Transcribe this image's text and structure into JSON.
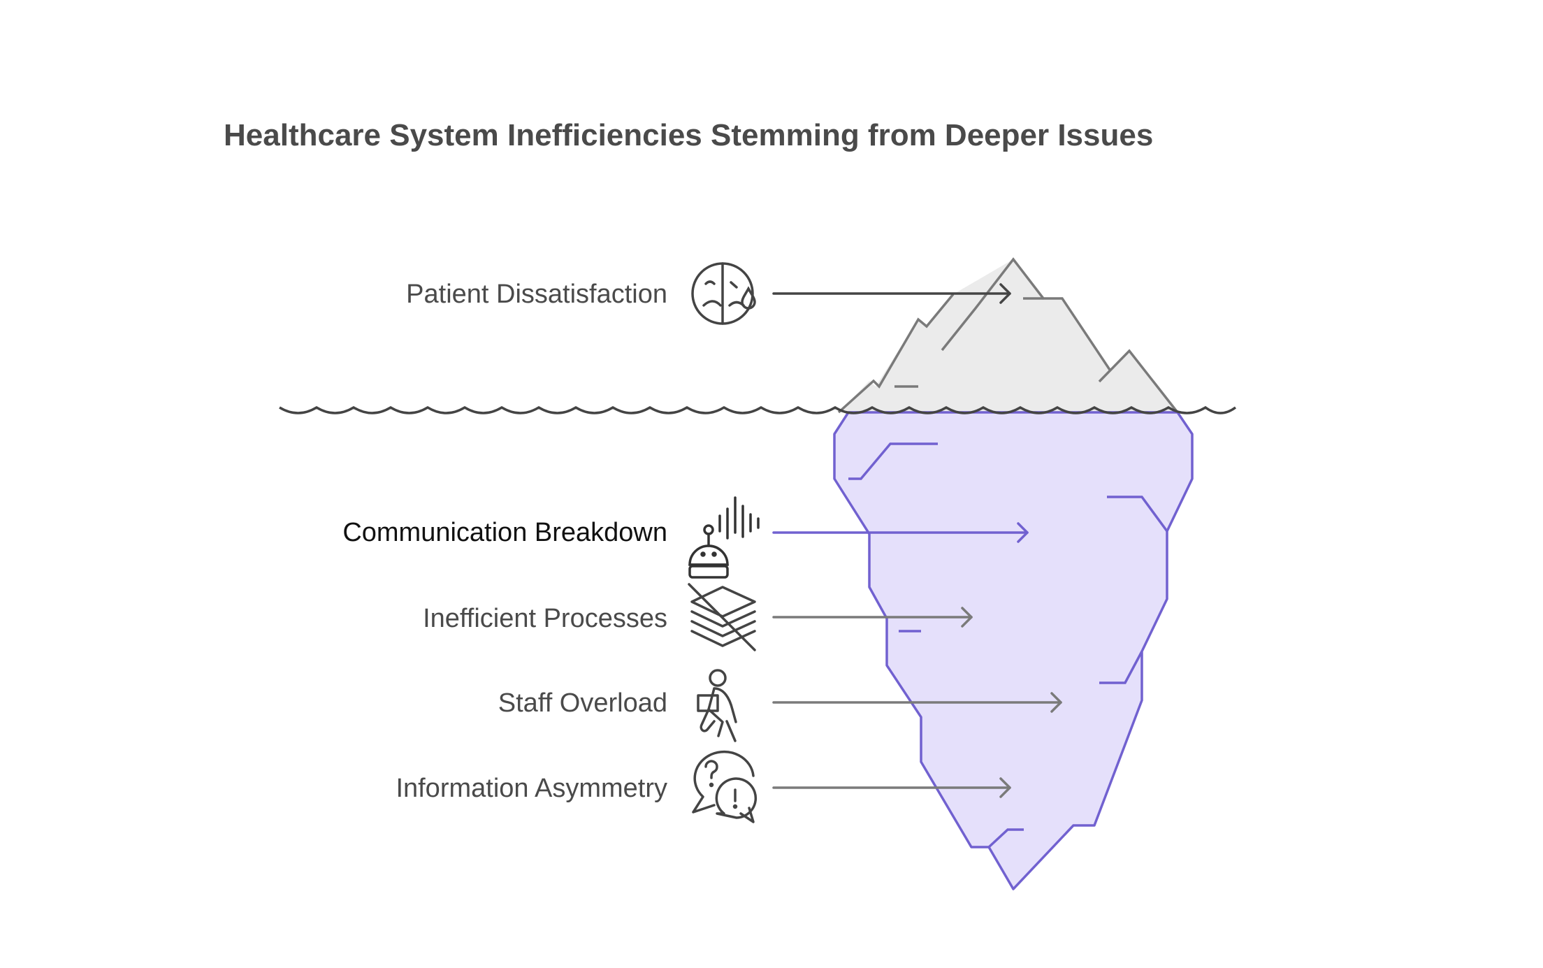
{
  "title": "Healthcare System Inefficiencies Stemming from Deeper Issues",
  "colors": {
    "text": "#4a4a4a",
    "accent": "#7161d0",
    "iceberg_top_fill": "#ebebeb",
    "iceberg_top_stroke": "#7a7a7a",
    "iceberg_bottom_fill": "#e5e0fb",
    "water_line": "#444444"
  },
  "items": [
    {
      "label": "Patient Dissatisfaction",
      "icon": "sad-face-icon",
      "zone": "above-water"
    },
    {
      "label": "Communication Breakdown",
      "icon": "voice-assistant-icon",
      "zone": "below-water"
    },
    {
      "label": "Inefficient Processes",
      "icon": "crossed-layers-icon",
      "zone": "below-water"
    },
    {
      "label": "Staff Overload",
      "icon": "person-carrying-box-icon",
      "zone": "below-water"
    },
    {
      "label": "Information Asymmetry",
      "icon": "question-exclamation-bubbles-icon",
      "zone": "below-water"
    }
  ]
}
